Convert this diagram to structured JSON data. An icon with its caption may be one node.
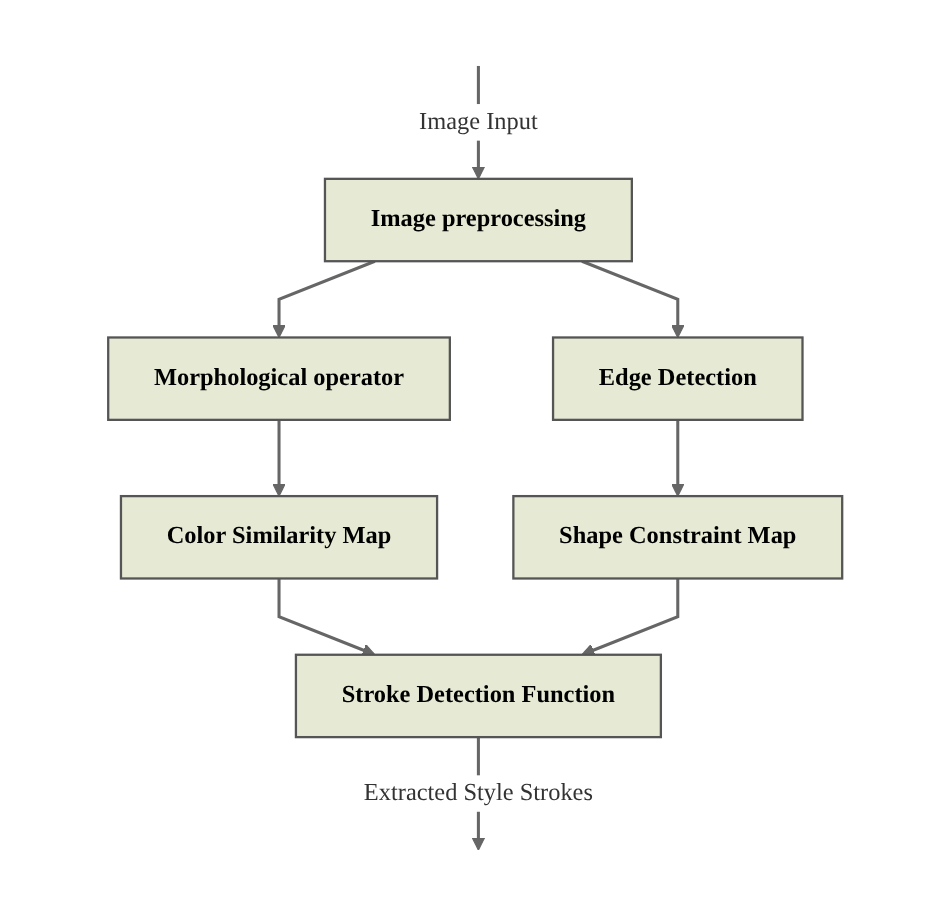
{
  "diagram": {
    "nodes": [
      {
        "text": [
          "Image preprocessing"
        ]
      },
      {
        "text": [
          "Morphological operator"
        ]
      },
      {
        "text": [
          "Edge Detection"
        ]
      },
      {
        "text": [
          "Color Similarity Map"
        ]
      },
      {
        "text": [
          "Shape Constraint Map"
        ]
      },
      {
        "text": [
          "Stroke Detection Function"
        ]
      }
    ],
    "edges": [
      {
        "from": null,
        "to": 0,
        "arrow": "to",
        "label": "Image Input"
      },
      {
        "from": 0,
        "to": 1,
        "arrow": "to"
      },
      {
        "from": 0,
        "to": 2,
        "arrow": "to"
      },
      {
        "from": 1,
        "to": 3,
        "arrow": "to"
      },
      {
        "from": 2,
        "to": 4,
        "arrow": "to"
      },
      {
        "from": 3,
        "to": 5,
        "arrow": "to"
      },
      {
        "from": 4,
        "to": 5,
        "arrow": "to"
      },
      {
        "from": 5,
        "to": null,
        "arrow": "to",
        "label": "Extracted Style Strokes"
      }
    ]
  }
}
